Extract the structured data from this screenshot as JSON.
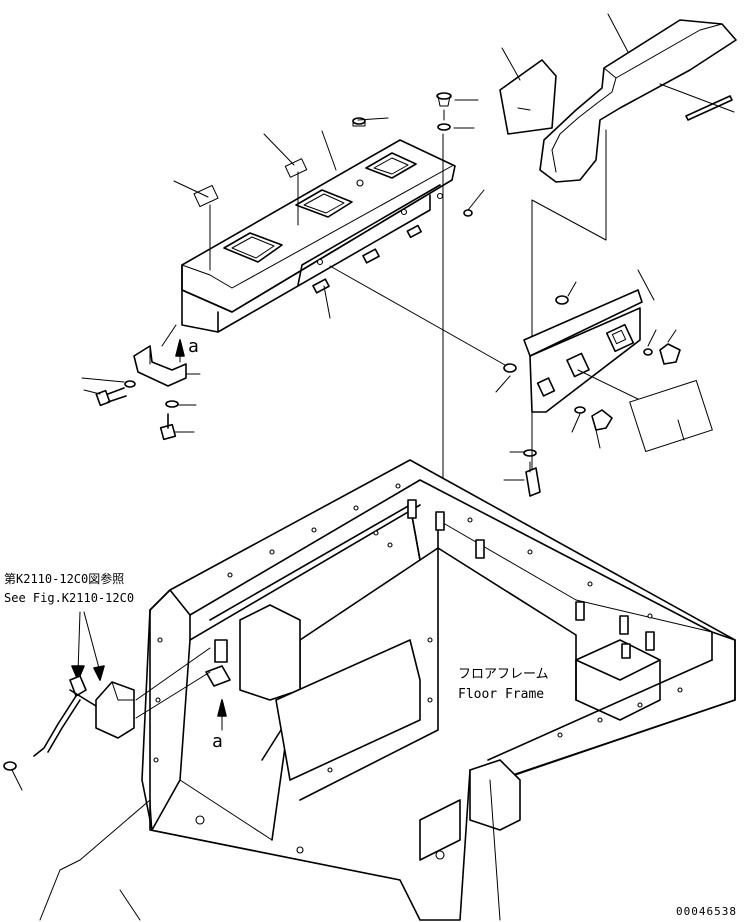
{
  "annotations": {
    "reference_jp": "第K2110-12C0図参照",
    "reference_en": "See Fig.K2110-12C0",
    "floor_frame_jp": "フロアフレーム",
    "floor_frame_en": "Floor Frame",
    "view_marker_1": "a",
    "view_marker_2": "a",
    "drawing_number": "00046538"
  },
  "colors": {
    "line": "#000000",
    "background": "#ffffff"
  }
}
